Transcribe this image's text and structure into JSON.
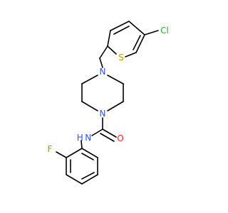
{
  "molecule": {
    "atoms": [
      {
        "id": "Cl",
        "label": "Cl",
        "color": "#33aa33"
      },
      {
        "id": "S",
        "label": "S",
        "color": "#b5a200"
      },
      {
        "id": "N1",
        "label": "N",
        "color": "#3050f8"
      },
      {
        "id": "N2",
        "label": "N",
        "color": "#3050f8"
      },
      {
        "id": "NH",
        "label": "H N",
        "color": "#3050f8"
      },
      {
        "id": "O",
        "label": "O",
        "color": "#ff2020"
      },
      {
        "id": "F",
        "label": "F",
        "color": "#70b030"
      }
    ],
    "bond_color": "#000000"
  }
}
